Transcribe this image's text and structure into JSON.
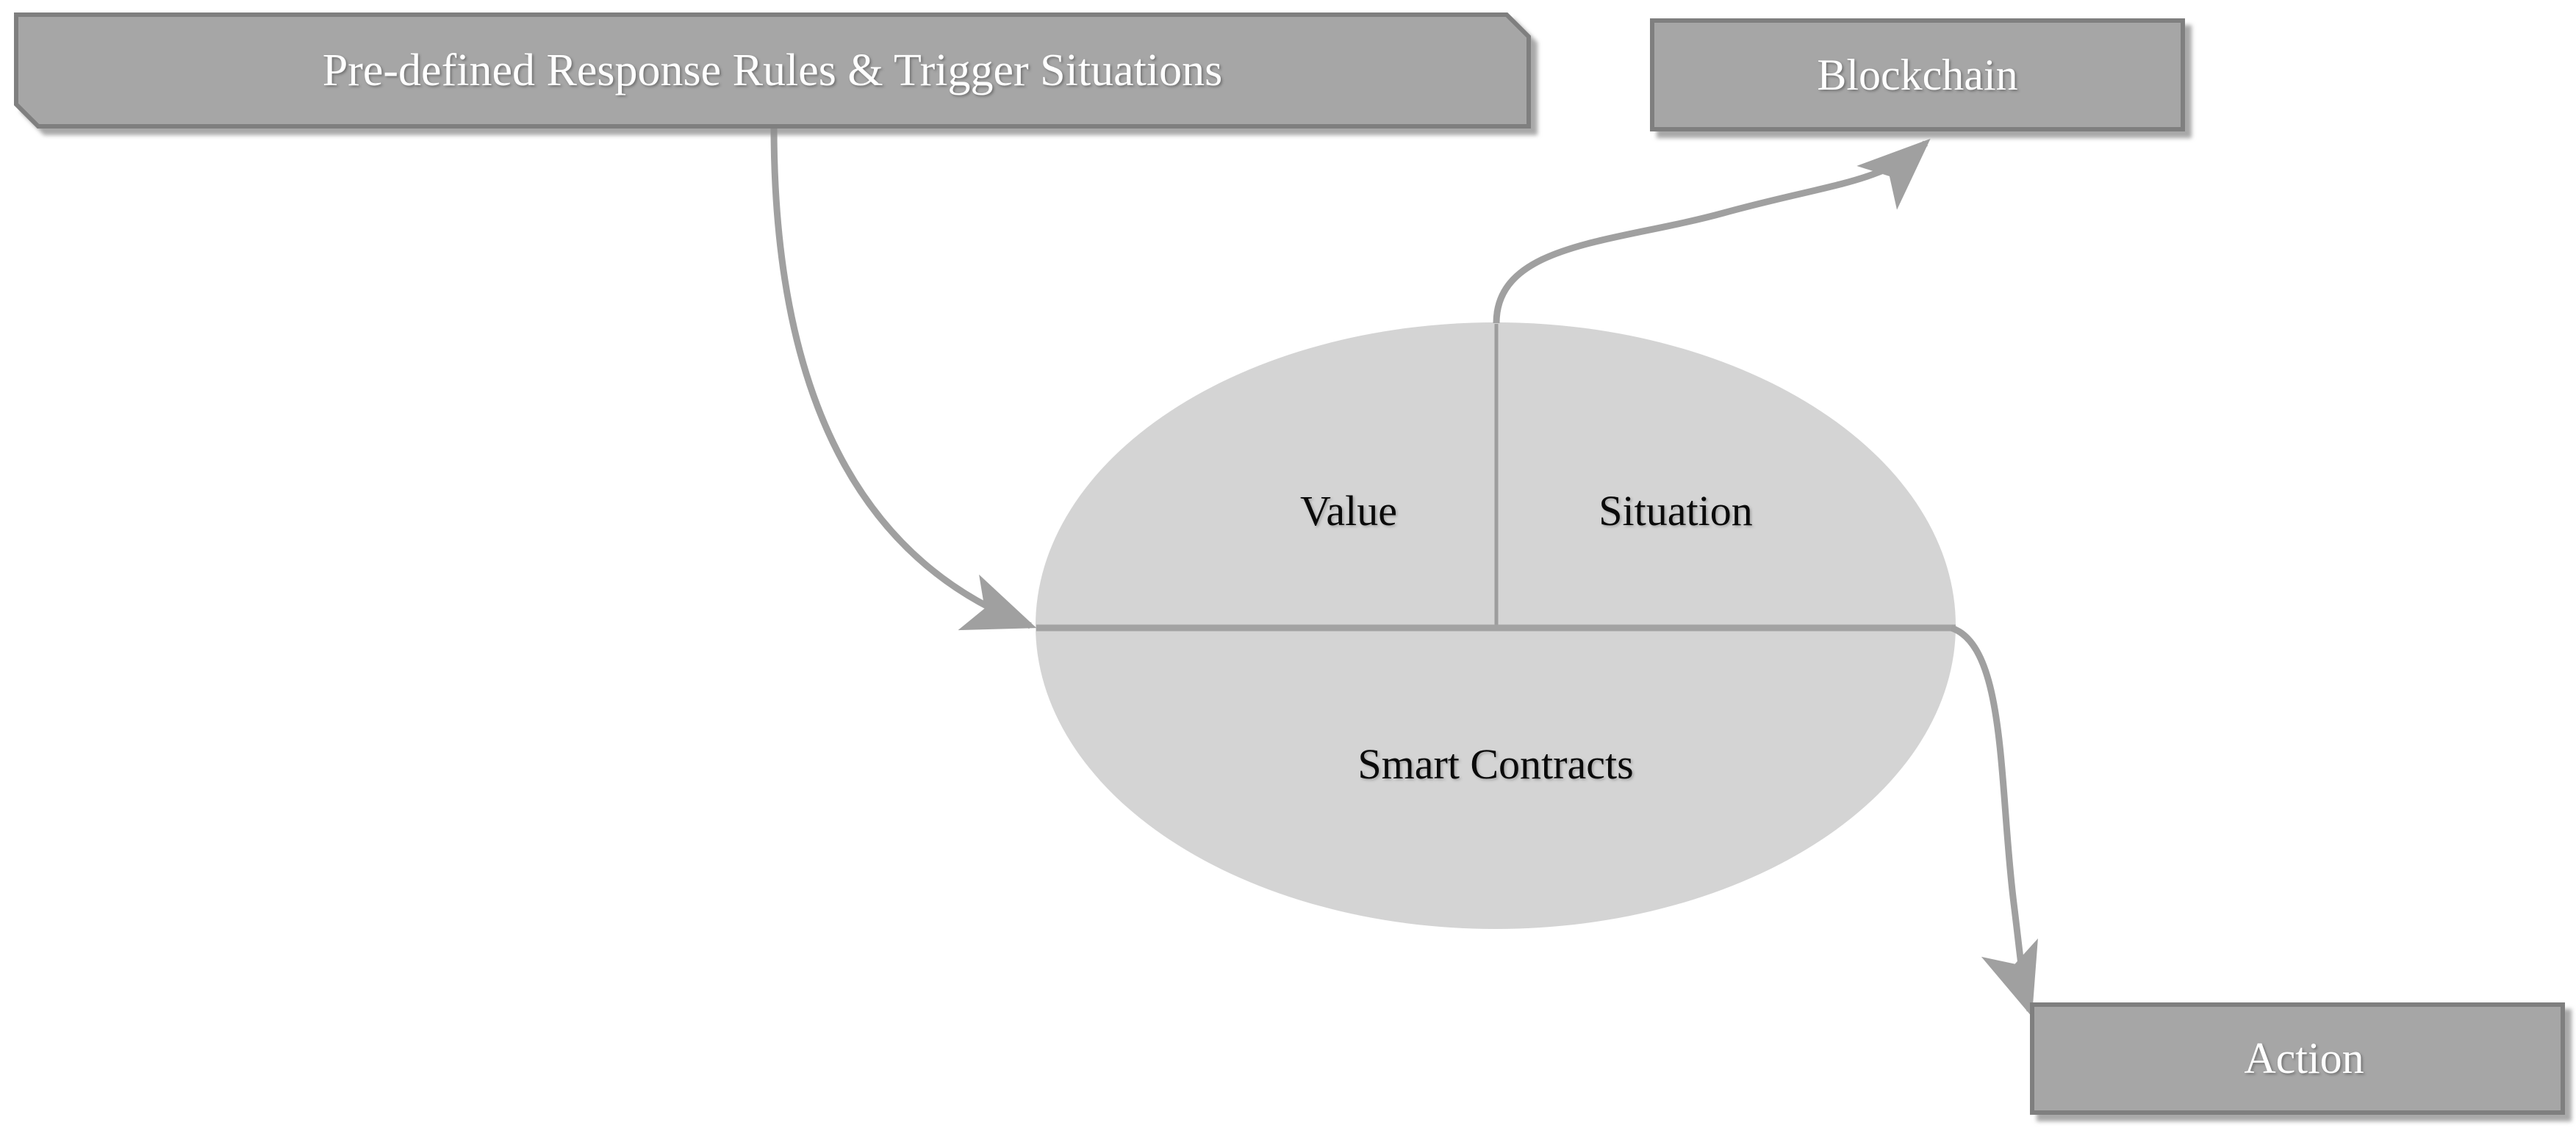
{
  "diagram": {
    "title_bar": {
      "label": "Pre-defined Response Rules & Trigger Situations"
    },
    "nodes": [
      {
        "id": "rules",
        "label": "Pre-defined Response Rules & Trigger Situations",
        "shape": "beveled-banner",
        "fill": "#a6a6a6",
        "stroke": "#7f7f7f",
        "text_color": "#ffffff"
      },
      {
        "id": "blockchain",
        "label": "Blockchain",
        "shape": "rectangle",
        "fill": "#a6a6a6",
        "stroke": "#7f7f7f",
        "text_color": "#ffffff"
      },
      {
        "id": "action",
        "label": "Action",
        "shape": "rectangle",
        "fill": "#a6a6a6",
        "stroke": "#7f7f7f",
        "text_color": "#ffffff"
      },
      {
        "id": "smart-contracts",
        "label": "Smart Contracts",
        "shape": "ellipse",
        "fill": "#d4d4d4",
        "stroke": "none",
        "text_color": "#0a0a0a"
      }
    ],
    "ellipse_segments": [
      {
        "id": "value",
        "label": "Value",
        "position": "top-left"
      },
      {
        "id": "situation",
        "label": "Situation",
        "position": "top-right"
      },
      {
        "id": "smart-contracts",
        "label": "Smart Contracts",
        "position": "bottom"
      }
    ],
    "connectors": [
      {
        "id": "rules-to-contracts",
        "from": "rules",
        "to": "smart-contracts",
        "arrowhead": "end",
        "color": "#a0a0a0"
      },
      {
        "id": "situation-to-blockchain",
        "from": "situation",
        "to": "blockchain",
        "arrowhead": "end",
        "color": "#a0a0a0"
      },
      {
        "id": "contracts-to-action",
        "from": "smart-contracts",
        "to": "action",
        "arrowhead": "end",
        "color": "#a0a0a0"
      }
    ],
    "colors": {
      "background": "#ffffff",
      "box_fill": "#a6a6a6",
      "box_border": "#7f7f7f",
      "ellipse_fill": "#d4d4d4",
      "divider": "#a0a0a0",
      "connector": "#a0a0a0",
      "shadow": "#808080"
    }
  }
}
